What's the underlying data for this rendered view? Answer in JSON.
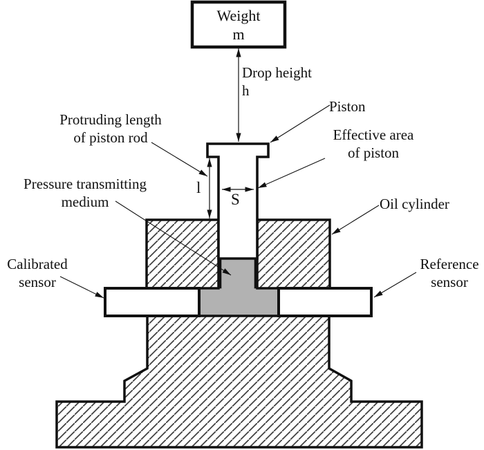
{
  "labels": {
    "weight": "Weight\nm",
    "drop_height": "Drop height\nh",
    "piston": "Piston",
    "effective_area": "Effective area\nof piston",
    "oil_cylinder": "Oil cylinder",
    "protruding_length": "Protruding length\nof piston rod",
    "pressure_medium": "Pressure transmitting\nmedium",
    "calibrated_sensor": "Calibrated\nsensor",
    "reference_sensor": "Reference\nsensor",
    "dim_protruding_length": "l",
    "dim_effective_area": "S"
  },
  "colors": {
    "line": "#111111",
    "hatch_line": "#3f3f3f",
    "medium_fill": "#b2b2b2",
    "background": "#ffffff"
  }
}
